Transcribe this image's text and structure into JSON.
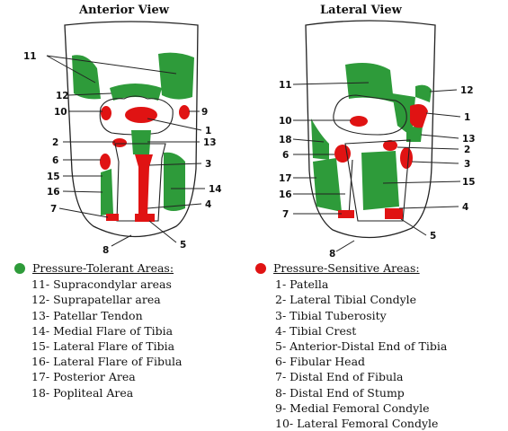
{
  "titles": {
    "anterior": "Anterior View",
    "lateral": "Lateral View"
  },
  "colors": {
    "tolerant": "#2e9b3a",
    "sensitive": "#e01313",
    "outline": "#222222"
  },
  "anterior_labels": [
    "11",
    "12",
    "10",
    "9",
    "1",
    "2",
    "13",
    "3",
    "6",
    "15",
    "16",
    "14",
    "4",
    "7",
    "8",
    "5"
  ],
  "lateral_labels": [
    "11",
    "12",
    "10",
    "1",
    "18",
    "13",
    "2",
    "6",
    "3",
    "17",
    "15",
    "16",
    "4",
    "7",
    "5",
    "8"
  ],
  "legend_tolerant": {
    "title": "Pressure-Tolerant Areas:",
    "items": [
      "11- Supracondylar areas",
      "12- Suprapatellar area",
      "13- Patellar Tendon",
      "14- Medial Flare of Tibia",
      "15- Lateral Flare of Tibia",
      "16- Lateral Flare of Fibula",
      "17- Posterior Area",
      "18- Popliteal Area"
    ]
  },
  "legend_sensitive": {
    "title": "Pressure-Sensitive Areas:",
    "items": [
      "1- Patella",
      "2- Lateral Tibial Condyle",
      "3- Tibial Tuberosity",
      "4- Tibial Crest",
      "5- Anterior-Distal End of Tibia",
      "6- Fibular Head",
      "7- Distal End of Fibula",
      "8- Distal End of Stump",
      "9- Medial Femoral Condyle",
      "10- Lateral Femoral Condyle"
    ]
  }
}
